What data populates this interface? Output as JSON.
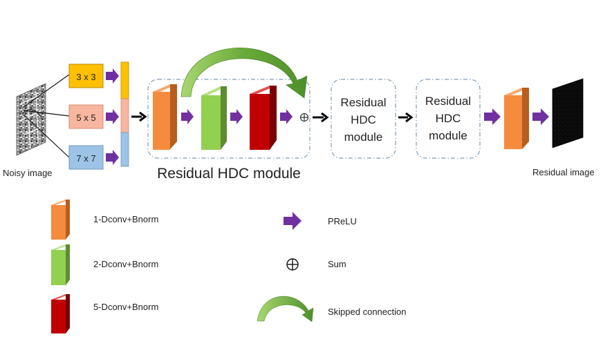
{
  "input": {
    "label": "Noisy image"
  },
  "output": {
    "label": "Residual image"
  },
  "kernels": [
    {
      "label": "3 x 3",
      "fill": "#FFC000",
      "stroke": "#B8860B"
    },
    {
      "label": "5 x 5",
      "fill": "#F8B6A0",
      "stroke": "#D98870"
    },
    {
      "label": "7 x 7",
      "fill": "#9DC3E6",
      "stroke": "#6E97BE"
    }
  ],
  "modules": {
    "first_label": "Residual HDC module",
    "repeat_label_lines": [
      "Residual",
      "HDC",
      "module"
    ]
  },
  "legend": [
    {
      "icon": "orange-block-icon",
      "label": "1-Dconv+Bnorm"
    },
    {
      "icon": "green-block-icon",
      "label": "2-Dconv+Bnorm"
    },
    {
      "icon": "red-block-icon",
      "label": "5-Dconv+Bnorm"
    },
    {
      "icon": "purple-arrow-icon",
      "label": "PReLU"
    },
    {
      "icon": "sum-icon",
      "label": "Sum"
    },
    {
      "icon": "skip-arrow-icon",
      "label": "Skipped connection"
    }
  ],
  "colors": {
    "orange": "#F58B3C",
    "green": "#92D050",
    "red": "#C00000",
    "purple": "#7030A0",
    "skip_green": "#6AAA3A",
    "dashed_border": "#7F9BB8"
  }
}
